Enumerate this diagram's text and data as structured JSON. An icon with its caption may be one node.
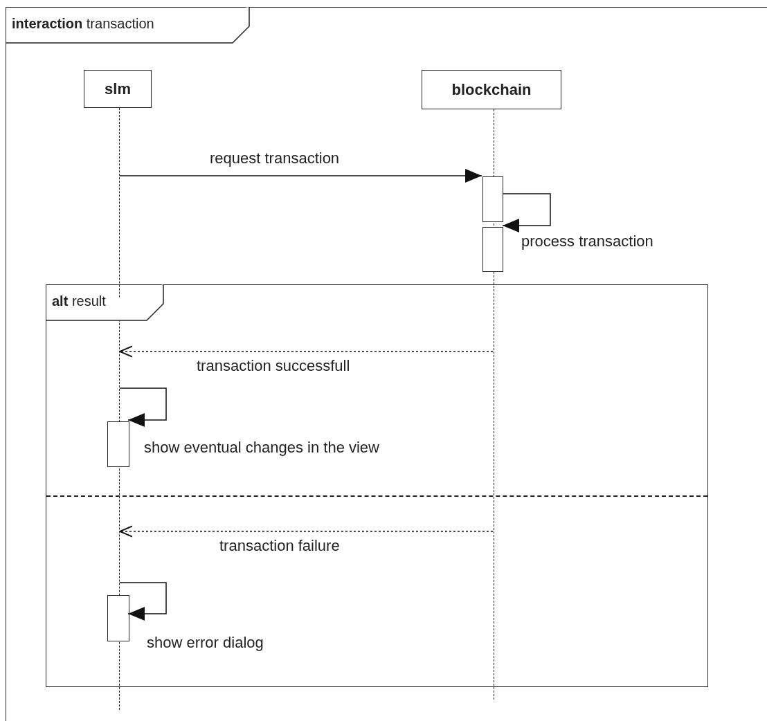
{
  "diagram": {
    "nodes": [
      {
        "text": [
          "**interaction** transaction"
        ]
      },
      {
        "text": [
          "slm"
        ],
        "in": 0
      },
      {
        "text": [
          "blockchain"
        ],
        "in": 0
      },
      {
        "text": [],
        "shape": "line",
        "in": 0
      },
      {
        "text": [],
        "shape": "line",
        "in": 0
      },
      {
        "text": [],
        "shape": "bar",
        "in": 0
      },
      {
        "text": [],
        "shape": "bar",
        "in": 0
      },
      {
        "text": [
          "**alt** result"
        ],
        "in": 0
      },
      {
        "text": [],
        "shape": "bar",
        "in": 7
      },
      {
        "text": [],
        "shape": "bar",
        "in": 7
      }
    ],
    "edges": [
      {
        "from": 3,
        "to": 5,
        "arrow": "to",
        "label": "request transaction"
      },
      {
        "from": 5,
        "to": 6,
        "arrow": "to",
        "label": "process transaction"
      },
      {
        "from": 4,
        "to": 3,
        "arrow": "to",
        "label": "transaction successfull",
        "style": "dashed"
      },
      {
        "from": 3,
        "to": 8,
        "arrow": "to",
        "label": "show eventual changes in the view"
      },
      {
        "from": 4,
        "to": 3,
        "arrow": "to",
        "label": "transaction failure",
        "style": "dashed"
      },
      {
        "from": 3,
        "to": 9,
        "arrow": "to",
        "label": "show error dialog"
      }
    ]
  }
}
